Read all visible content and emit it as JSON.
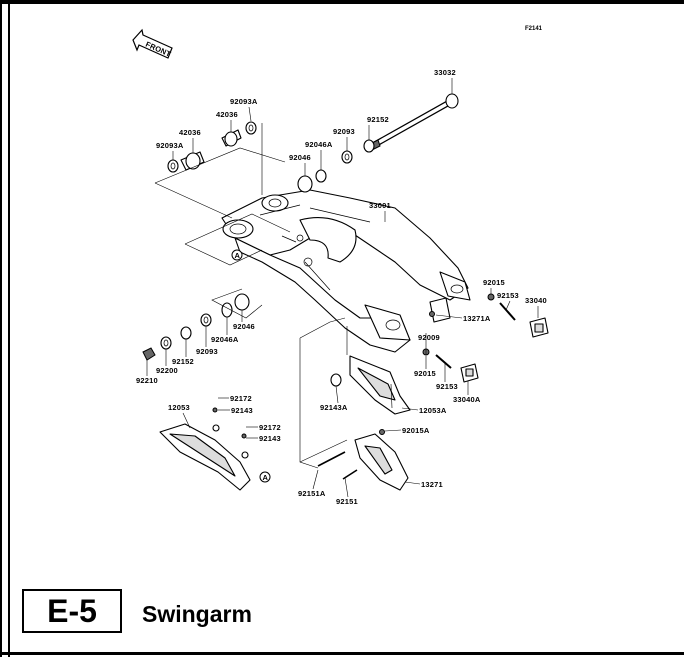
{
  "figure_code": "F2141",
  "front_arrow_label": "FRONT",
  "section": {
    "code": "E-5",
    "title": "Swingarm"
  },
  "reference_marker": "A",
  "part_numbers": {
    "p33032": "33032",
    "p92093A_top": "92093A",
    "p42036_top": "42036",
    "p42036_left": "42036",
    "p92093A_left": "92093A",
    "p92152_top": "92152",
    "p92093_top": "92093",
    "p92046A_top": "92046A",
    "p92046_top": "92046",
    "p33001": "33001",
    "p92015_right": "92015",
    "p92153_right": "92153",
    "p33040": "33040",
    "p13271A": "13271A",
    "p92009": "92009",
    "p92015_mid": "92015",
    "p92153_mid": "92153",
    "p33040A": "33040A",
    "p92046_left": "92046",
    "p92046A_left": "92046A",
    "p92093_left": "92093",
    "p92152_left": "92152",
    "p92200": "92200",
    "p92210": "92210",
    "p92143A": "92143A",
    "p12053A": "12053A",
    "p12053": "12053",
    "p92172_a": "92172",
    "p92143_a": "92143",
    "p92172_b": "92172",
    "p92143_b": "92143",
    "p92015A": "92015A",
    "p13271": "13271",
    "p92151A": "92151A",
    "p92151": "92151"
  }
}
